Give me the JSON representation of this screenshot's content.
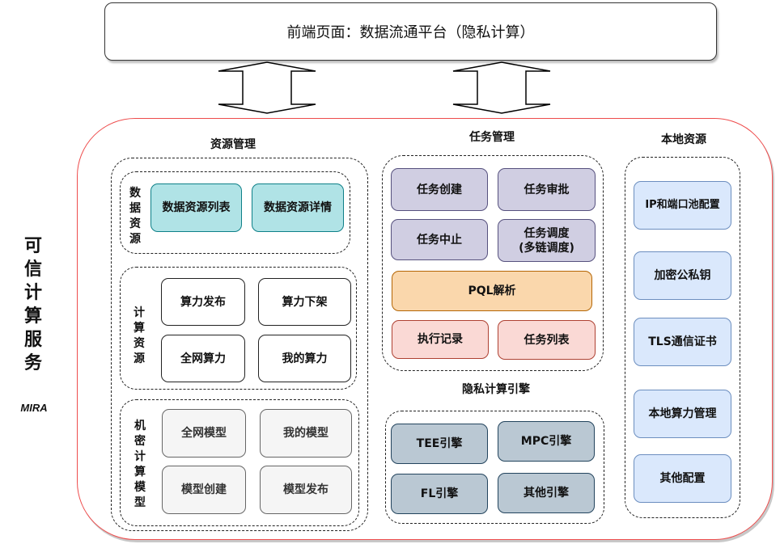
{
  "frontend": {
    "title": "前端页面：数据流通平台（隐私计算）"
  },
  "connectors": [
    {
      "name": "bidirectional-arrow-left",
      "direction": "up-down"
    },
    {
      "name": "bidirectional-arrow-right",
      "direction": "up-down"
    }
  ],
  "service": {
    "title_chars": [
      "可",
      "信",
      "计",
      "算",
      "服",
      "务"
    ],
    "subtitle": "MIRA"
  },
  "resource_management": {
    "title": "资源管理",
    "data_resources": {
      "label_chars": [
        "数",
        "据",
        "资",
        "源"
      ],
      "items": [
        "数据资源列表",
        "数据资源详情"
      ]
    },
    "compute_resources": {
      "label_chars": [
        "计",
        "算",
        "资",
        "源"
      ],
      "items": [
        "算力发布",
        "算力下架",
        "全网算力",
        "我的算力"
      ]
    },
    "confidential_models": {
      "label_chars": [
        "机",
        "密",
        "计",
        "算",
        "模",
        "型"
      ],
      "items": [
        "全网模型",
        "我的模型",
        "模型创建",
        "模型发布"
      ]
    }
  },
  "task_management": {
    "title": "任务管理",
    "items": [
      "任务创建",
      "任务审批",
      "任务中止",
      "任务调度",
      "(多链调度)"
    ],
    "pql": "PQL解析",
    "records": [
      "执行记录",
      "任务列表"
    ]
  },
  "privacy_engines": {
    "title": "隐私计算引擎",
    "items": [
      "TEE引擎",
      "MPC引擎",
      "FL引擎",
      "其他引擎"
    ]
  },
  "local_resources": {
    "title": "本地资源",
    "items": [
      "IP和端口池配置",
      "加密公私钥",
      "TLS通信证书",
      "本地算力管理",
      "其他配置"
    ]
  },
  "colors": {
    "outer_border": "#ee4c4c",
    "teal_fill": "#b0e3e6",
    "purple_fill": "#d0cee2",
    "orange_fill": "#fad7ac",
    "pink_fill": "#fad9d5",
    "slate_fill": "#bac8d3",
    "blue_fill": "#dae8fc",
    "gray_fill": "#f5f5f5"
  }
}
